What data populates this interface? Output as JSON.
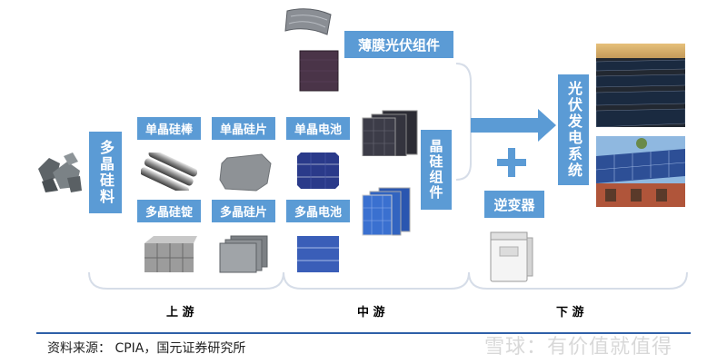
{
  "diagram": {
    "boxes": {
      "polysilicon_material": "多晶硅料",
      "mono_rod": "单晶硅棒",
      "mono_wafer": "单晶硅片",
      "mono_cell": "单晶电池",
      "poly_ingot": "多晶硅锭",
      "poly_wafer": "多晶硅片",
      "poly_cell": "多晶电池",
      "thin_film_module": "薄膜光伏组件",
      "crystalline_module": "晶硅组件",
      "inverter": "逆变器",
      "pv_system": "光伏发电系统"
    },
    "plus_sign": "+",
    "stages": {
      "upstream": "上 游",
      "midstream": "中 游",
      "downstream": "下 游"
    },
    "colors": {
      "box": "#5b9bd5",
      "rule": "#2e5fa8"
    }
  },
  "source": "资料来源： CPIA，国元证券研究所",
  "watermark": "雪球：有价值就值得"
}
